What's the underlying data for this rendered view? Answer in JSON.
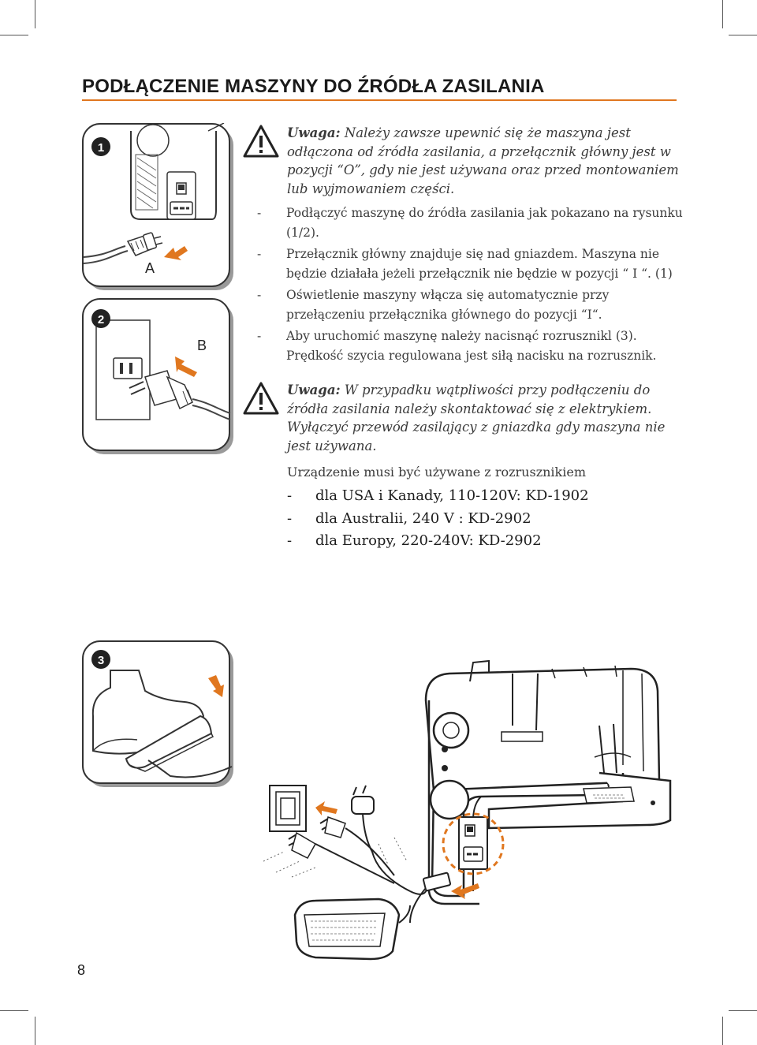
{
  "page": {
    "title": "PODŁĄCZENIE MASZYNY DO ŹRÓDŁA ZASILANIA",
    "page_number": "8",
    "accent_color": "#e0771f"
  },
  "figures": {
    "panel1_number": "1",
    "panel2_number": "2",
    "panel3_number": "3",
    "label_a": "A",
    "label_b": "B"
  },
  "warning1": {
    "lead": "Uwaga:",
    "text": " Należy zawsze upewnić się że maszyna jest odłączona od źródła zasilania, a przełącznik główny jest w pozycji “O”, gdy nie jest używana oraz przed montowaniem lub wyjmowaniem części."
  },
  "instructions": [
    "Podłączyć maszynę do źródła zasilania jak pokazano na rysunku (1/2).",
    "Przełącznik główny znajduje się nad gniazdem. Maszyna nie będzie działała jeżeli przełącznik nie będzie w pozycji “ I “. (1)",
    "Oświetlenie maszyny włącza się automatycznie przy przełączeniu przełącznika głównego do pozycji “I“.",
    "Aby uruchomić maszynę należy nacisnąć rozrusznikl (3). Prędkość szycia regulowana jest siłą nacisku na rozrusznik."
  ],
  "warning2": {
    "lead": "Uwaga:",
    "text": " W przypadku wątpliwości przy podłączeniu do źródła zasilania należy skontaktować się z elektrykiem. Wyłączyć przewód zasilający z gniazdka gdy maszyna nie jest używana."
  },
  "requirements": {
    "intro": "Urządzenie musi być używane z rozrusznikiem",
    "items": [
      "dla USA i Kanady, 110-120V: KD-1902",
      "dla Australii, 240 V : KD-2902",
      "dla Europy, 220-240V: KD-2902"
    ]
  },
  "dash": "-"
}
